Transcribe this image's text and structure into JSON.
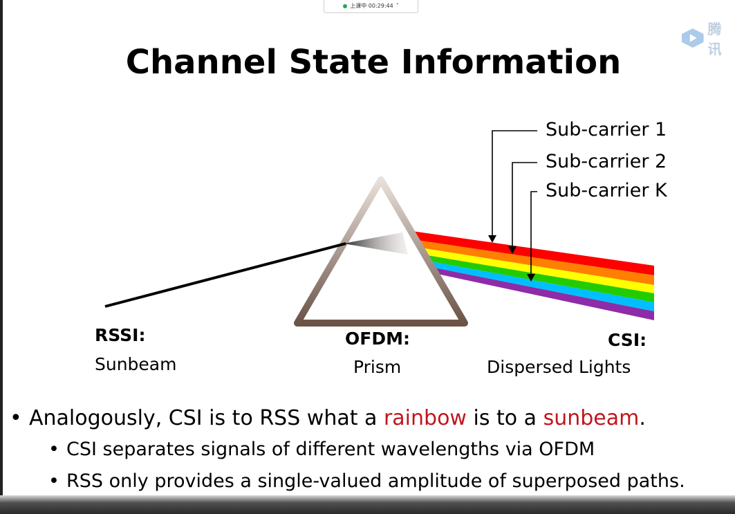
{
  "toolbar": {
    "status_text": "上课中 00:29:44",
    "chevron": "˅"
  },
  "app_logo": {
    "icon": "play-cube-icon",
    "text": "腾讯"
  },
  "slide": {
    "title": "Channel State Information",
    "subcarriers": [
      "Sub-carrier 1",
      "Sub-carrier 2",
      "Sub-carrier K"
    ],
    "captions": {
      "rssi": {
        "heading": "RSSI:",
        "text": "Sunbeam"
      },
      "ofdm": {
        "heading": "OFDM:",
        "text": "Prism"
      },
      "csi": {
        "heading": "CSI:",
        "text": "Dispersed Lights"
      }
    },
    "bullets": {
      "main": {
        "part1": "Analogously, CSI is to RSS what a ",
        "highlight1": "rainbow",
        "part2": " is to a ",
        "highlight2": "sunbeam",
        "part3": "."
      },
      "sub": [
        "CSI separates signals of different wavelengths via OFDM",
        "RSS only provides a single-valued amplitude of superposed paths."
      ]
    }
  },
  "colors": {
    "highlight": "#c0161d",
    "rainbow": [
      "#ff0000",
      "#ff7f00",
      "#ffff00",
      "#22cc00",
      "#00bfff",
      "#8e2ca8"
    ]
  }
}
